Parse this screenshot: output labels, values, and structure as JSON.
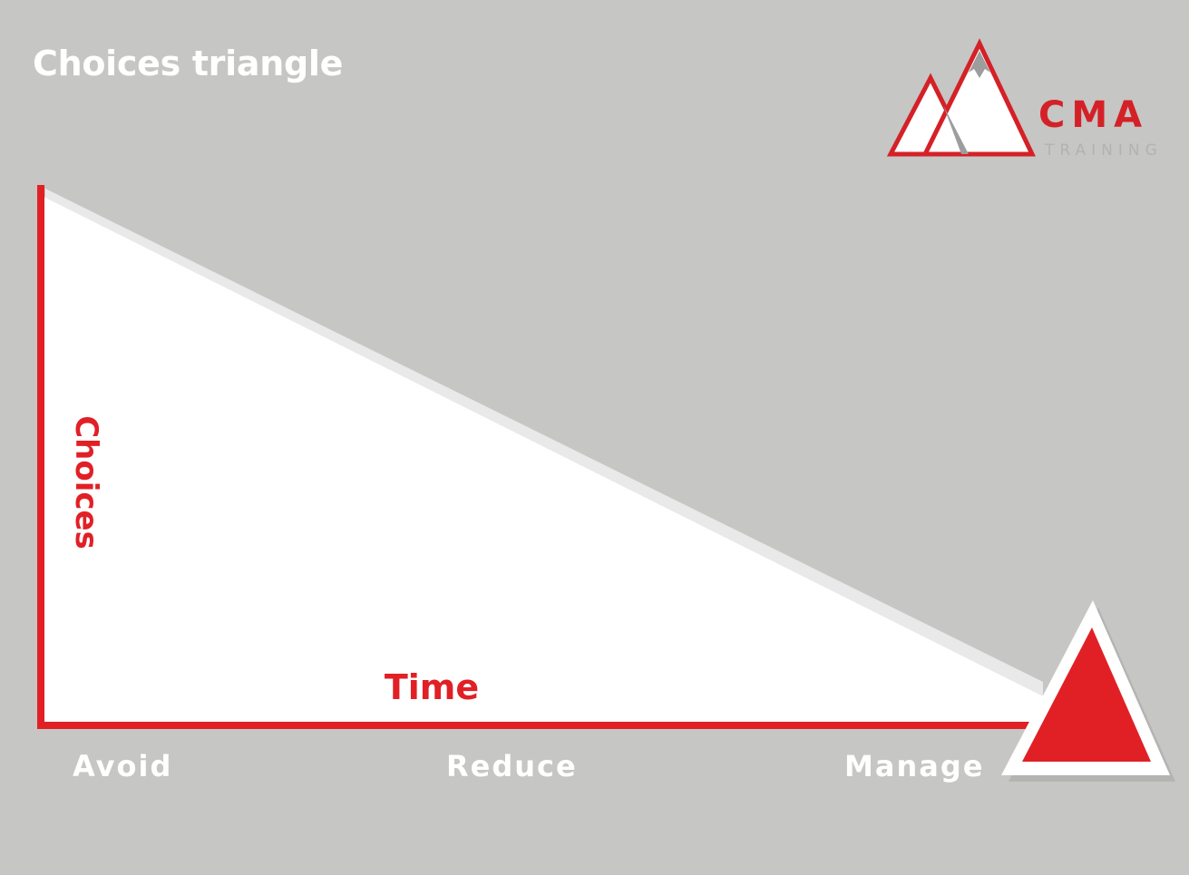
{
  "title": "Choices triangle",
  "axes": {
    "vertical_label": "Choices",
    "horizontal_label": "Time"
  },
  "stages": [
    "Avoid",
    "Reduce",
    "Manage"
  ],
  "logo": {
    "primary": "CMA",
    "secondary": "TRAINING"
  },
  "colors": {
    "background": "#c6c6c4",
    "accent_red": "#e12026",
    "triangle_fill": "#ffffff",
    "label_white": "#ffffff",
    "logo_grey": "#b2b2b2"
  }
}
